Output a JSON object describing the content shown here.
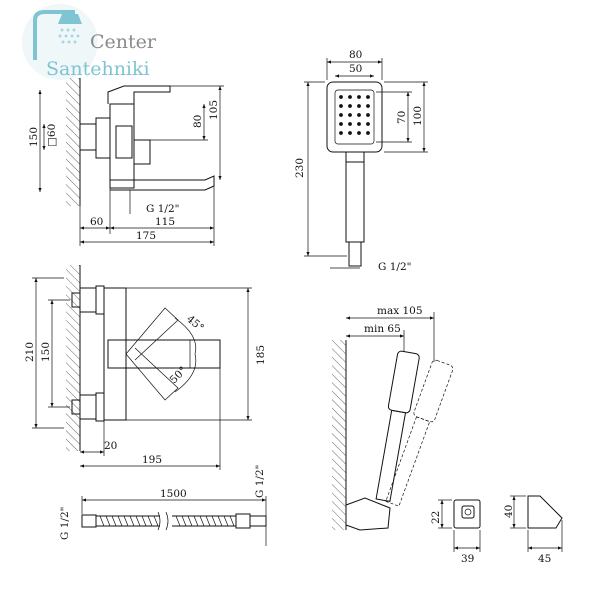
{
  "logo": {
    "line1": "Center",
    "line2": "Santehniki",
    "colors": {
      "teal": "#7fc4d2",
      "gray": "#8a8a8a"
    },
    "icon": "shower-head-icon"
  },
  "drawings": {
    "side_view": {
      "dims": {
        "height_150": "150",
        "square_60": "□60",
        "height_80": "80",
        "height_105": "105",
        "pipe_thread": "G 1/2\"",
        "depth_60": "60",
        "spout_115": "115",
        "length_175": "175"
      }
    },
    "hand_shower": {
      "dims": {
        "width_80": "80",
        "width_50": "50",
        "height_70": "70",
        "height_100": "100",
        "length_230": "230",
        "thread": "G 1/2\""
      }
    },
    "top_view": {
      "dims": {
        "height_210": "210",
        "height_150": "150",
        "depth_185": "185",
        "angle_45": "45°",
        "angle_50": "50°",
        "offset_20": "20",
        "length_195": "195"
      }
    },
    "holder_profile": {
      "dims": {
        "max_105": "max 105",
        "min_65": "min 65"
      }
    },
    "hose": {
      "dims": {
        "length_1500": "1500",
        "thread_left": "G 1/2\"",
        "thread_right": "G 1/2\""
      }
    },
    "bracket": {
      "dims": {
        "height_22": "22",
        "width_39": "39",
        "height_40": "40",
        "width_45": "45"
      }
    }
  }
}
